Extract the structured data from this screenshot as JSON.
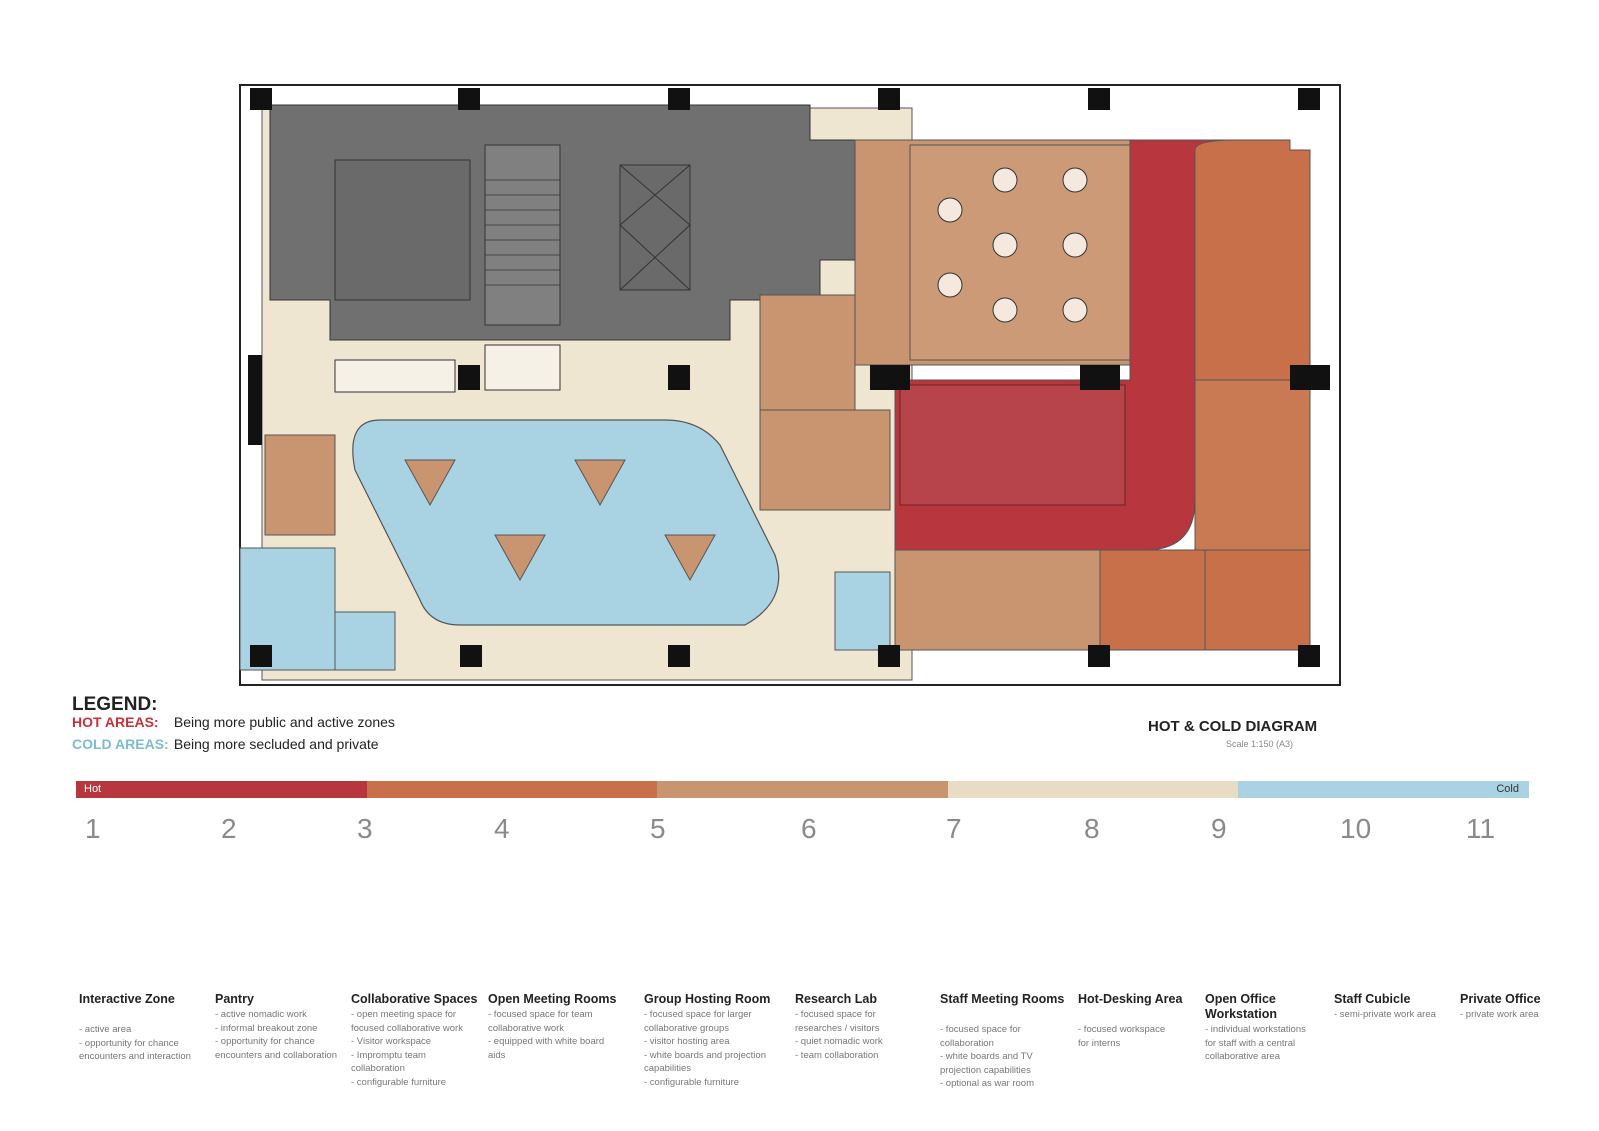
{
  "legend": {
    "title": "LEGEND:",
    "hot_label": "HOT AREAS:",
    "hot_text": "Being more public and active zones",
    "cold_label": "COLD AREAS:",
    "cold_text": "Being more secluded and private"
  },
  "diagram": {
    "title": "HOT & COLD DIAGRAM",
    "scale": "Scale 1:150 (A3)"
  },
  "scale_bar": {
    "hot_label": "Hot",
    "cold_label": "Cold",
    "colors": [
      "#b8373f",
      "#c7704a",
      "#c99470",
      "#e8dcc4",
      "#a9d2e2"
    ]
  },
  "colors": {
    "hot": "#b8373f",
    "orange": "#c7704a",
    "tan": "#c99470",
    "cream": "#efe6d2",
    "cold": "#a9d2e2",
    "service": "#707070"
  },
  "items": [
    {
      "number": "1",
      "title": "Interactive Zone",
      "desc": [
        "- active area",
        "- opportunity for chance",
        "encounters and interaction"
      ]
    },
    {
      "number": "2",
      "title": "Pantry",
      "desc": [
        "- active nomadic work",
        "- informal breakout zone",
        "- opportunity for chance",
        "encounters and collaboration"
      ]
    },
    {
      "number": "3",
      "title": "Collaborative Spaces",
      "desc": [
        "- open meeting space for",
        "focused collaborative work",
        "- Visitor workspace",
        "- Impromptu team",
        "collaboration",
        "- configurable furniture"
      ]
    },
    {
      "number": "4",
      "title": "Open Meeting Rooms",
      "desc": [
        "- focused space for team",
        "collaborative work",
        "- equipped with white board",
        "aids"
      ]
    },
    {
      "number": "5",
      "title": "Group Hosting Room",
      "desc": [
        "- focused space for larger",
        "collaborative groups",
        "- visitor hosting area",
        "- white boards and projection",
        "capabilities",
        "- configurable furniture"
      ]
    },
    {
      "number": "6",
      "title": "Research Lab",
      "desc": [
        "- focused space for",
        "researches / visitors",
        "- quiet nomadic work",
        "- team collaboration"
      ]
    },
    {
      "number": "7",
      "title": "Staff Meeting Rooms",
      "desc": [
        "- focused space for",
        "collaboration",
        "- white boards and TV",
        "projection capabilities",
        "- optional as war room"
      ]
    },
    {
      "number": "8",
      "title": "Hot-Desking Area",
      "desc": [
        "- focused workspace",
        "for interns"
      ]
    },
    {
      "number": "9",
      "title": "Open Office Workstation",
      "desc": [
        "- individual workstations",
        "for staff with a central",
        "collaborative area"
      ]
    },
    {
      "number": "10",
      "title": "Staff Cubicle",
      "desc": [
        "- semi-private work area"
      ]
    },
    {
      "number": "11",
      "title": "Private Office",
      "desc": [
        "- private work area"
      ]
    }
  ]
}
